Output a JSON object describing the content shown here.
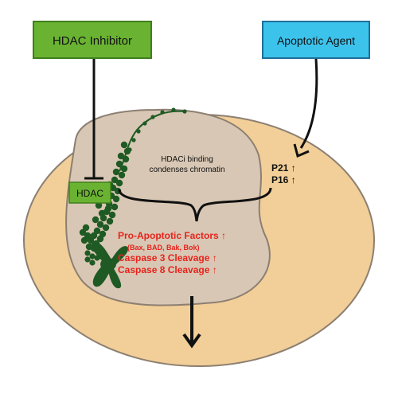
{
  "boxes": {
    "hdac_inhibitor": {
      "label": "HDAC Inhibitor",
      "fill": "#6ab332",
      "border": "#3f7f1c"
    },
    "apoptotic_agent": {
      "label": "Apoptotic Agent",
      "fill": "#3cc3ec",
      "border": "#1f6f9a"
    },
    "hdac": {
      "label": "HDAC",
      "fill": "#6ab332",
      "border": "#3f7f1c"
    }
  },
  "cell": {
    "cytoplasm_color": "#f2cf98",
    "nucleus_color": "#d8c7b4",
    "outline_color": "#8c7f72"
  },
  "chromatin_color": "#1f5a24",
  "chromatin_note": {
    "line1": "HDACi binding",
    "line2": "condenses chromatin"
  },
  "p_genes": {
    "p21": "P21 ↑",
    "p16": "P16 ↑"
  },
  "factors": {
    "pro_apoptotic": "Pro-Apoptotic Factors ↑",
    "family": "(Bax, BAD, Bak, Bok)",
    "caspase3": "Caspase 3 Cleavage ↑",
    "caspase8": "Caspase 8 Cleavage ↑"
  },
  "colors": {
    "arrow": "#111111",
    "highlight_text": "#e8231c"
  }
}
